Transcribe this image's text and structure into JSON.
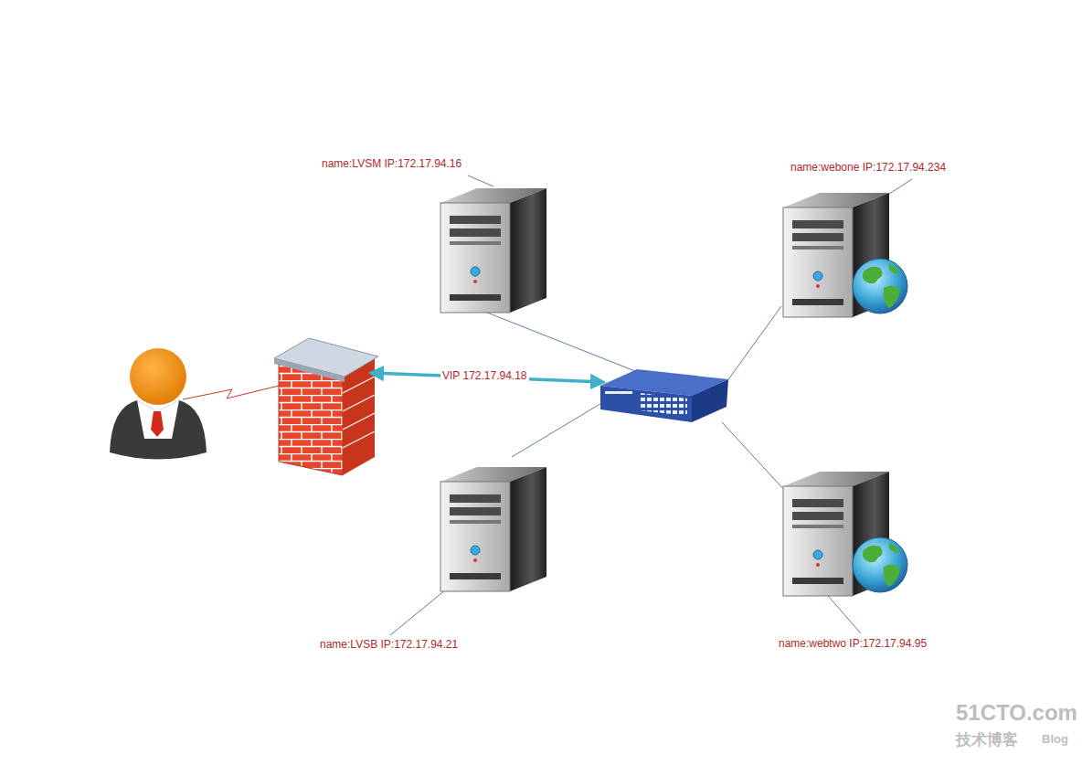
{
  "diagram": {
    "nodes": [
      {
        "text": [
          "name:LVSM IP:172.17.94.16"
        ]
      },
      {
        "text": [
          "name:webone IP:172.17.94.234"
        ]
      },
      {
        "text": [
          "name:LVSB IP:172.17.94.21"
        ]
      },
      {
        "text": [
          "name:webtwo IP:172.17.94.95"
        ]
      }
    ],
    "labels": [
      "VIP 172.17.94.18",
      "51CTO.com",
      "技术博客",
      "Blog"
    ]
  }
}
